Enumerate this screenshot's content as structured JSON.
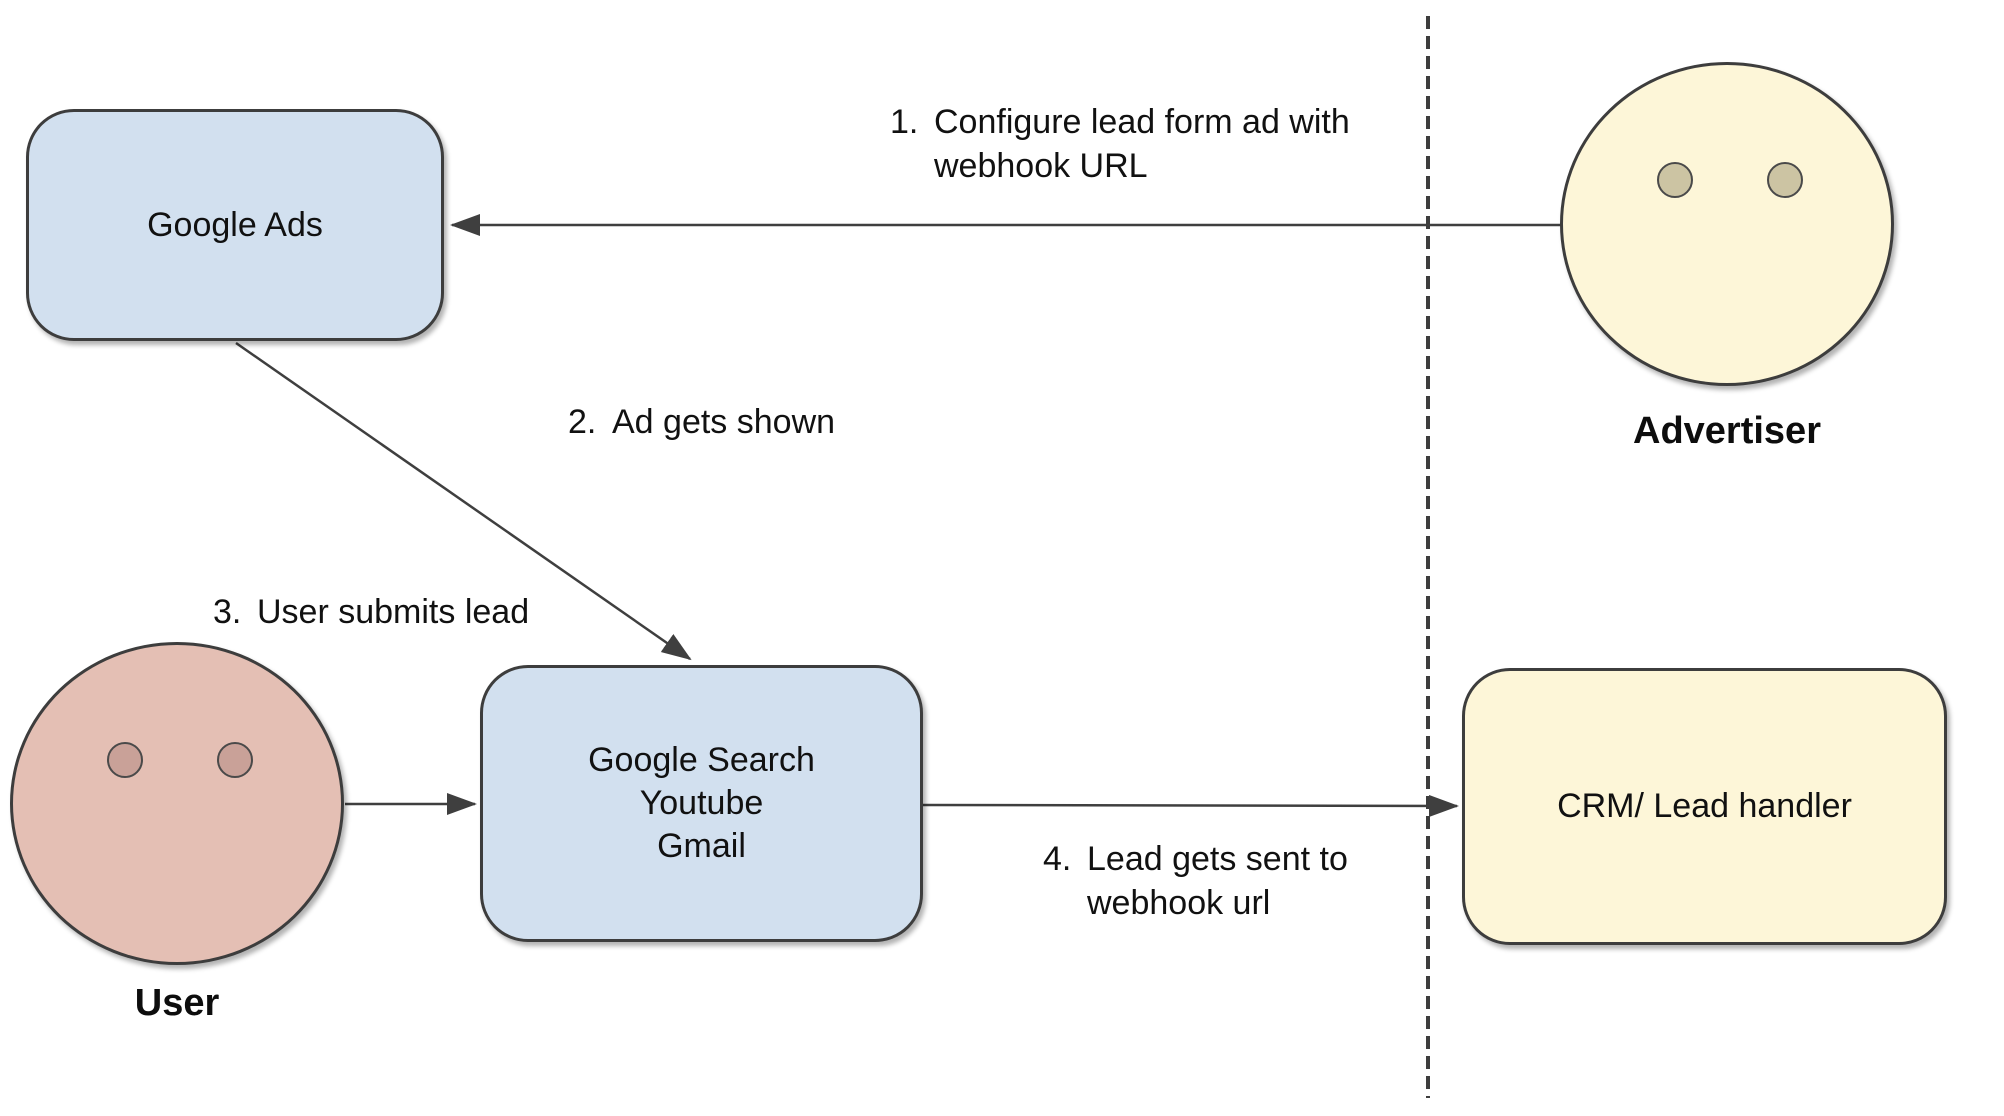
{
  "nodes": {
    "google_ads": {
      "label": "Google Ads"
    },
    "google_surfaces": {
      "line1": "Google Search",
      "line2": "Youtube",
      "line3": "Gmail"
    },
    "crm": {
      "label": "CRM/ Lead handler"
    }
  },
  "actors": {
    "advertiser": {
      "label": "Advertiser"
    },
    "user": {
      "label": "User"
    }
  },
  "steps": [
    {
      "num": "1.",
      "text": "Configure lead form ad with webhook URL"
    },
    {
      "num": "2.",
      "text": "Ad gets shown"
    },
    {
      "num": "3.",
      "text": "User submits lead"
    },
    {
      "num": "4.",
      "text": "Lead gets sent to webhook url"
    }
  ],
  "colors": {
    "node_blue": "#d2e0ef",
    "node_yellow": "#fdf6d8",
    "actor_pink": "#e4bfb4",
    "advertiser_eye": "#ccc4a3",
    "user_eye": "#c9a198",
    "outline": "#3d3d3d",
    "arrow": "#3f3f3f",
    "text": "#111111",
    "background": "#ffffff"
  }
}
